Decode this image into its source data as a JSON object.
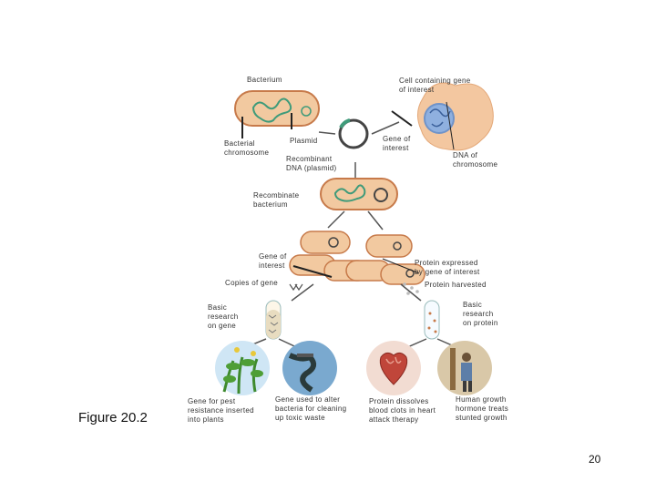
{
  "labels": {
    "bacterium": "Bacterium",
    "cell_gene": "Cell containing gene\nof interest",
    "bacterial_chromosome": "Bacterial\nchromosome",
    "plasmid": "Plasmid",
    "gene_of_interest_top": "Gene of\ninterest",
    "dna_of_chromosome": "DNA of\nchromosome",
    "recombinant_dna": "Recombinant\nDNA (plasmid)",
    "recombinate_bacterium": "Recombinate\nbacterium",
    "gene_of_interest_mid": "Gene of\ninterest",
    "protein_expressed": "Protein expressed\nby gene of interest",
    "copies_of_gene": "Copies of gene",
    "protein_harvested": "Protein harvested",
    "basic_research_gene": "Basic\nresearch\non gene",
    "basic_research_protein": "Basic\nresearch\non protein",
    "pest_resistance": "Gene for pest\nresistance inserted\ninto plants",
    "toxic_waste": "Gene used to alter\nbacteria for cleaning\nup toxic waste",
    "blood_clots": "Protein dissolves\nblood clots in heart\nattack therapy",
    "human_growth": "Human growth\nhormone treats\nstunted growth"
  },
  "figure_label": "Figure 20.2",
  "page_number": "20",
  "colors": {
    "bacterium_fill": "#f2c9a0",
    "bacterium_outline": "#c77a4a",
    "dna_green": "#3f9b7a",
    "plasmid_ring": "#444444",
    "cell_fill": "#f3c7a0",
    "nucleus_blue": "#6f93c9",
    "arrow": "#555555"
  }
}
